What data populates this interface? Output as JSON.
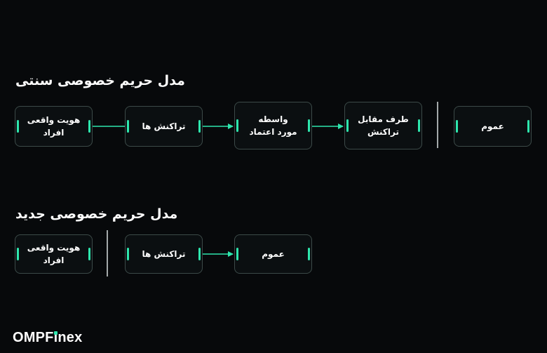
{
  "diagram": {
    "traditional": {
      "title": "مدل حریم خصوصی سنتی",
      "boxes": [
        {
          "label": "هویت واقعی افراد"
        },
        {
          "label": "تراکنش ها"
        },
        {
          "label": "واسطه",
          "label2": "مورد اعتماد"
        },
        {
          "label": "طرف مقابل",
          "label2": "تراکنش"
        },
        {
          "label": "عموم"
        }
      ]
    },
    "new": {
      "title": "مدل حریم خصوصی جدید",
      "boxes": [
        {
          "label": "هویت واقعی افراد"
        },
        {
          "label": "تراکنش ها"
        },
        {
          "label": "عموم"
        }
      ]
    }
  },
  "brand": {
    "logo_pre": "OMPF",
    "logo_i": "i",
    "logo_post": "nex",
    "accent_color": "#2ee6ad"
  }
}
